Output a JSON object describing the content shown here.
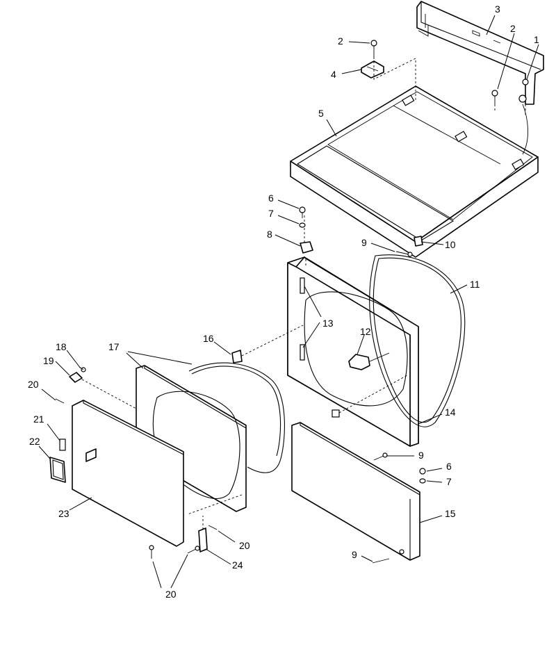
{
  "callouts": {
    "c1": "1",
    "c2a": "2",
    "c2b": "2",
    "c3": "3",
    "c4": "4",
    "c5": "5",
    "c6a": "6",
    "c6b": "6",
    "c7a": "7",
    "c7b": "7",
    "c8": "8",
    "c9a": "9",
    "c9b": "9",
    "c9c": "9",
    "c10": "10",
    "c11": "11",
    "c12": "12",
    "c13": "13",
    "c14": "14",
    "c15": "15",
    "c16": "16",
    "c17": "17",
    "c18": "18",
    "c19": "19",
    "c20a": "20",
    "c20b": "20",
    "c20c": "20",
    "c21": "21",
    "c22": "22",
    "c23": "23",
    "c24": "24"
  }
}
